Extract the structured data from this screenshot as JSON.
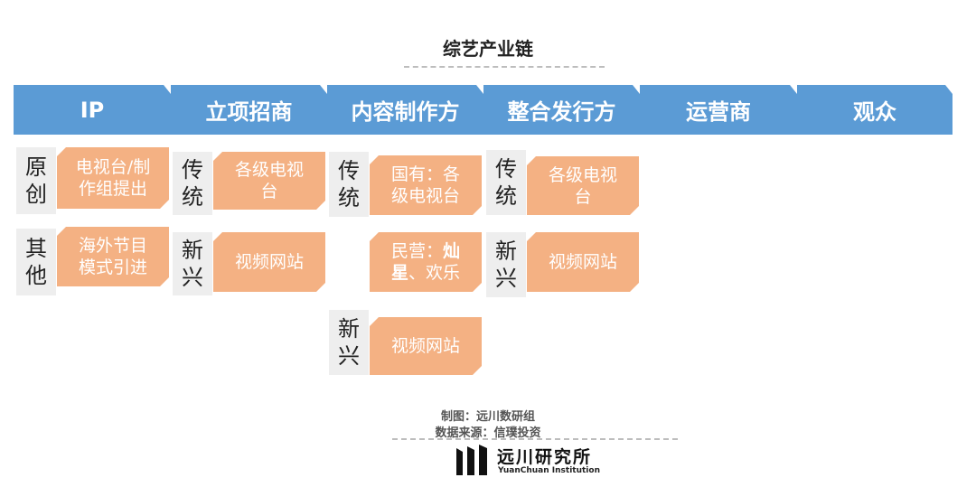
{
  "title": "综艺产业链",
  "colors": {
    "header": "#5b9bd5",
    "card": "#f4b183",
    "tag": "#eeeeee"
  },
  "headers": [
    "IP",
    "立项招商",
    "内容制作方",
    "整合发行方",
    "运营商",
    "观众"
  ],
  "columns": {
    "ip": {
      "tag1": "原创",
      "box1": "电视台/制作组提出",
      "tag2": "其他",
      "box2": "海外节目模式引进"
    },
    "lixiang": {
      "tag1": "传统",
      "box1": "各级电视台",
      "tag2": "新兴",
      "box2": "视频网站"
    },
    "neirong": {
      "tag1": "传统",
      "box1": "国有：各级电视台",
      "box2_prefix": "民营：",
      "box2_bold1": "灿",
      "box2_bold2": "星",
      "box2_suffix": "、欢乐",
      "tag3": "新兴",
      "box3": "视频网站"
    },
    "zhenghe": {
      "tag1": "传统",
      "box1": "各级电视台",
      "tag2": "新兴",
      "box2": "视频网站"
    }
  },
  "footer": {
    "made_by": "制图：远川数研组",
    "source": "数据来源：信璞投资",
    "logo_cn": "远川研究所",
    "logo_en": "YuanChuan Institution"
  }
}
